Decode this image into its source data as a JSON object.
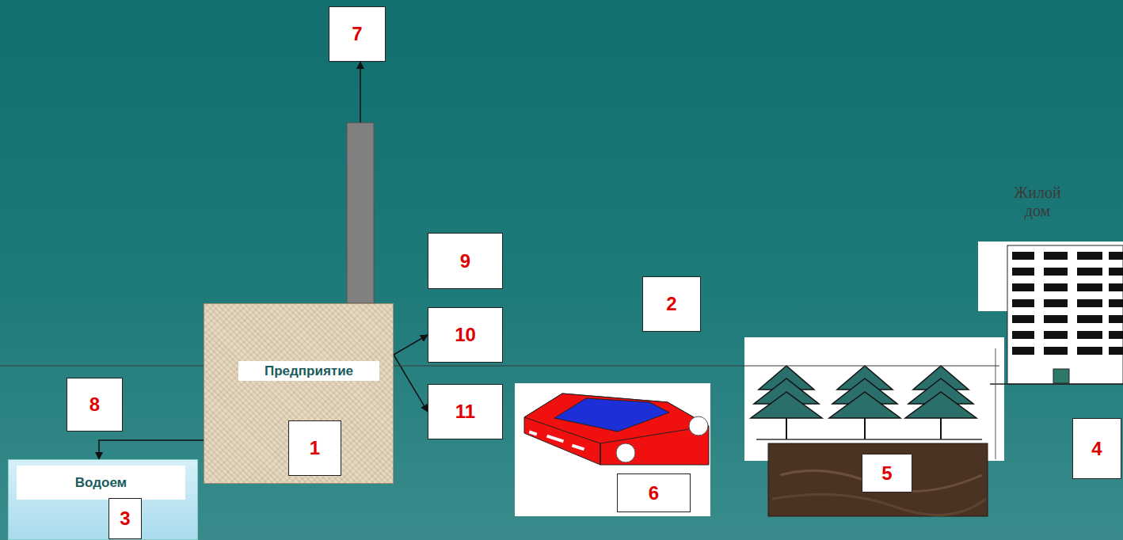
{
  "diagram": {
    "nodes": [
      {
        "text": [
          "7"
        ]
      },
      {
        "text": [
          "Предприятие"
        ]
      },
      {
        "text": [
          "1"
        ],
        "in": 1
      },
      {
        "text": [
          "8"
        ]
      },
      {
        "text": [
          "Водоем"
        ]
      },
      {
        "text": [
          "3"
        ],
        "in": 4
      },
      {
        "text": [
          "9"
        ]
      },
      {
        "text": [
          "10"
        ]
      },
      {
        "text": [
          "11"
        ]
      },
      {
        "text": [
          "2"
        ]
      },
      {
        "text": [
          "6"
        ]
      },
      {
        "text": [
          "5"
        ]
      },
      {
        "text": [
          "4"
        ]
      }
    ],
    "edges": [
      {
        "from": 1,
        "to": 0,
        "arrow": "to"
      },
      {
        "from": 1,
        "to": 4,
        "arrow": "to"
      },
      {
        "from": 1,
        "to": 6,
        "arrow": "to"
      },
      {
        "from": 1,
        "to": 7,
        "arrow": "to"
      },
      {
        "from": 1,
        "to": 8,
        "arrow": "to"
      }
    ],
    "labels": [
      "Жилой дом"
    ]
  }
}
